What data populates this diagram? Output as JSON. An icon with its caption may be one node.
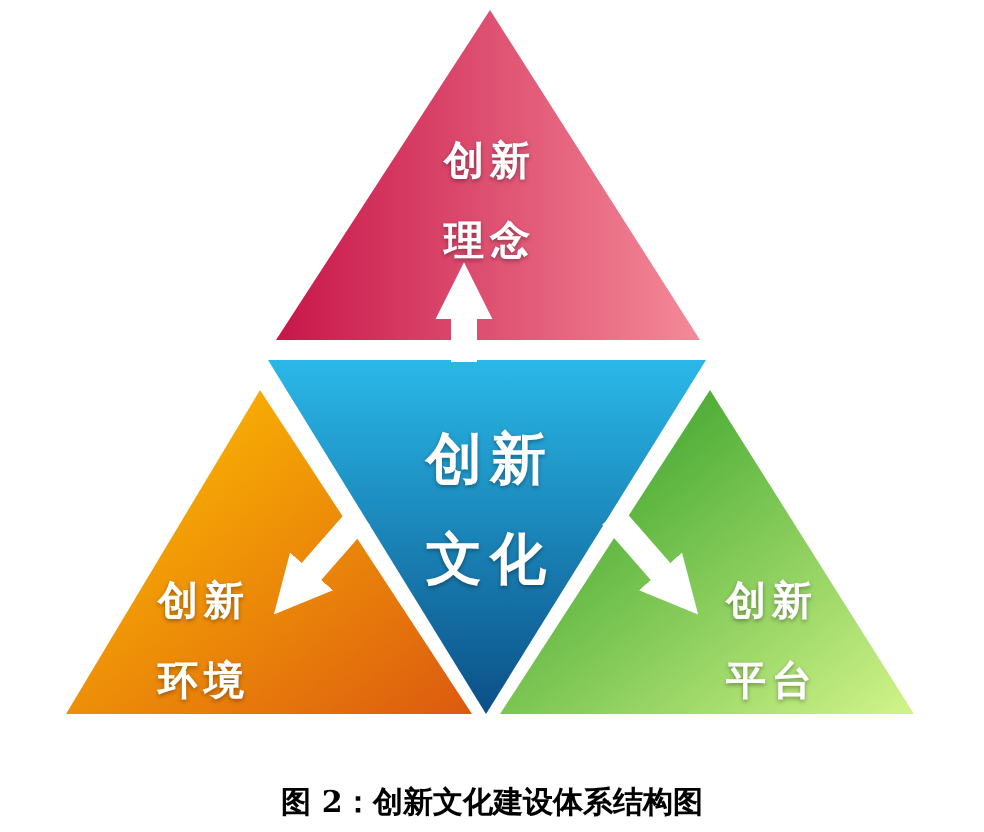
{
  "diagram": {
    "caption": "图 2：创新文化建设体系结构图",
    "nodes": [
      {
        "text": [
          "创新理念"
        ]
      },
      {
        "text": [
          "创新环境"
        ]
      },
      {
        "text": [
          "创新文化"
        ]
      },
      {
        "text": [
          "创新平台"
        ]
      }
    ],
    "edges": [
      {
        "from": 2,
        "to": 0,
        "arrow": "to"
      },
      {
        "from": 2,
        "to": 1,
        "arrow": "to"
      },
      {
        "from": 2,
        "to": 3,
        "arrow": "to"
      }
    ]
  }
}
